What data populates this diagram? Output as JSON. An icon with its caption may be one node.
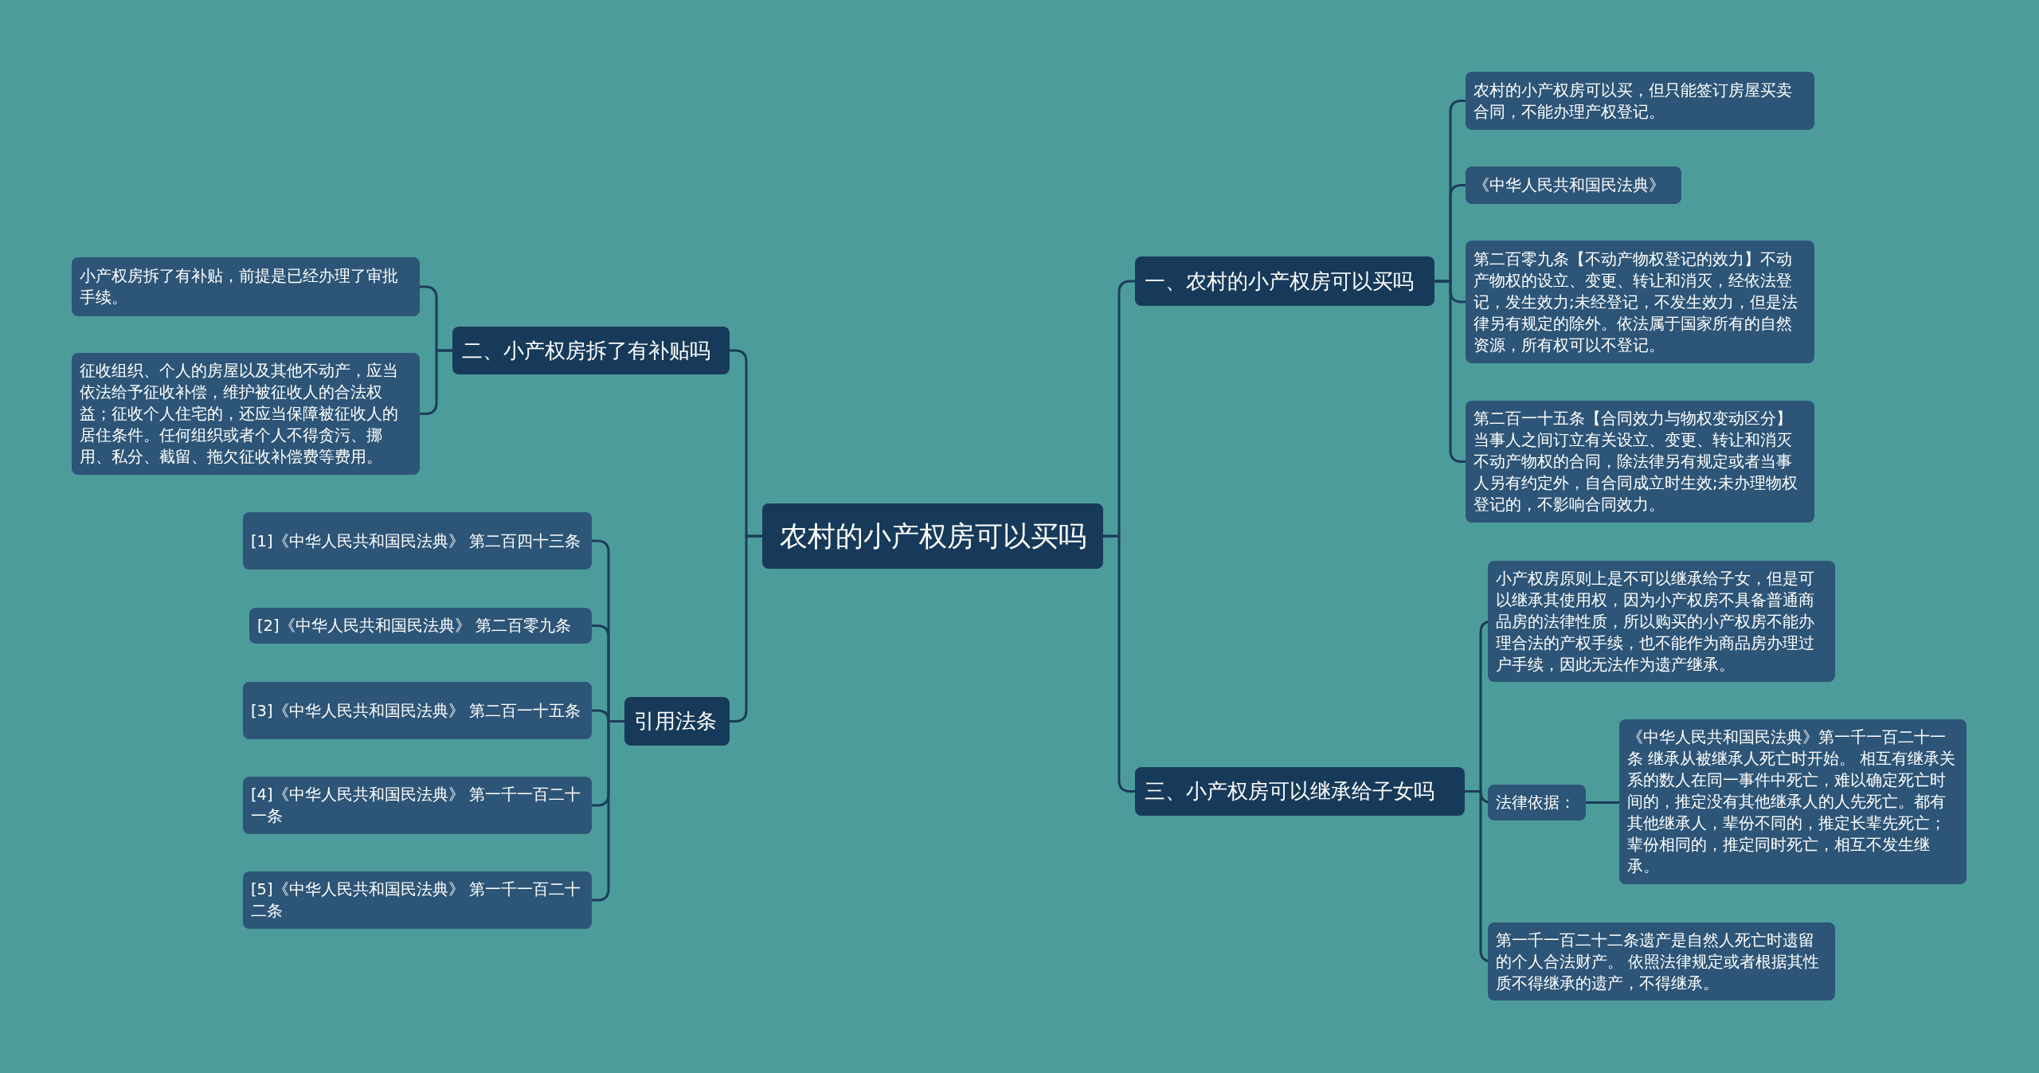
{
  "diagram": {
    "nodes": [
      {
        "text": [
          "农村的小产权房可以买吗"
        ]
      },
      {
        "text": [
          "一、农村的小产权房可以买吗"
        ]
      },
      {
        "text": [
          "农村的小产权房可以买，但只能签订房屋买卖合同，不能办理产权登记。"
        ]
      },
      {
        "text": [
          "《中华人民共和国民法典》"
        ]
      },
      {
        "text": [
          "第二百零九条【不动产物权登记的效力】不动产物权的设立、变更、转让和消灭，经依法登记，发生效力;未经登记，不发生效力，但是法律另有规定的除外。依法属于国家所有的自然资源，所有权可以不登记。"
        ]
      },
      {
        "text": [
          "第二百一十五条【合同效力与物权变动区分】当事人之间订立有关设立、变更、转让和消灭不动产物权的合同，除法律另有规定或者当事人另有约定外，自合同成立时生效;未办理物权登记的，不影响合同效力。"
        ]
      },
      {
        "text": [
          "二、小产权房拆了有补贴吗"
        ]
      },
      {
        "text": [
          "小产权房拆了有补贴，前提是已经办理了审批手续。"
        ]
      },
      {
        "text": [
          "征收组织、个人的房屋以及其他不动产，应当依法给予征收补偿，维护被征收人的合法权益；征收个人住宅的，还应当保障被征收人的居住条件。任何组织或者个人不得贪污、挪用、私分、截留、拖欠征收补偿费等费用。"
        ]
      },
      {
        "text": [
          "引用法条"
        ]
      },
      {
        "text": [
          "[1]《中华人民共和国民法典》 第二百四十三条"
        ]
      },
      {
        "text": [
          "[2]《中华人民共和国民法典》 第二百零九条"
        ]
      },
      {
        "text": [
          "[3]《中华人民共和国民法典》 第二百一十五条"
        ]
      },
      {
        "text": [
          "[4]《中华人民共和国民法典》 第一千一百二十一条"
        ]
      },
      {
        "text": [
          "[5]《中华人民共和国民法典》 第一千一百二十二条"
        ]
      },
      {
        "text": [
          "三、小产权房可以继承给子女吗"
        ]
      },
      {
        "text": [
          "小产权房原则上是不可以继承给子女，但是可以继承其使用权，因为小产权房不具备普通商品房的法律性质，所以购买的小产权房不能办理合法的产权手续，也不能作为商品房办理过户手续，因此无法作为遗产继承。"
        ]
      },
      {
        "text": [
          "法律依据："
        ]
      },
      {
        "text": [
          "《中华人民共和国民法典》第一千一百二十一条 继承从被继承人死亡时开始。 相互有继承关系的数人在同一事件中死亡，难以确定死亡时间的，推定没有其他继承人的人先死亡。都有其他继承人，辈份不同的，推定长辈先死亡；辈份相同的，推定同时死亡，相互不发生继承。"
        ]
      },
      {
        "text": [
          "第一千一百二十二条遗产是自然人死亡时遗留的个人合法财产。 依照法律规定或者根据其性质不得继承的遗产，不得继承。"
        ]
      }
    ],
    "edges": [
      {
        "from": 0,
        "to": 1,
        "arrow": "none"
      },
      {
        "from": 1,
        "to": 2,
        "arrow": "none"
      },
      {
        "from": 1,
        "to": 3,
        "arrow": "none"
      },
      {
        "from": 1,
        "to": 4,
        "arrow": "none"
      },
      {
        "from": 1,
        "to": 5,
        "arrow": "none"
      },
      {
        "from": 0,
        "to": 6,
        "arrow": "none"
      },
      {
        "from": 6,
        "to": 7,
        "arrow": "none"
      },
      {
        "from": 6,
        "to": 8,
        "arrow": "none"
      },
      {
        "from": 0,
        "to": 9,
        "arrow": "none"
      },
      {
        "from": 9,
        "to": 10,
        "arrow": "none"
      },
      {
        "from": 9,
        "to": 11,
        "arrow": "none"
      },
      {
        "from": 9,
        "to": 12,
        "arrow": "none"
      },
      {
        "from": 9,
        "to": 13,
        "arrow": "none"
      },
      {
        "from": 9,
        "to": 14,
        "arrow": "none"
      },
      {
        "from": 0,
        "to": 15,
        "arrow": "none"
      },
      {
        "from": 15,
        "to": 16,
        "arrow": "none"
      },
      {
        "from": 15,
        "to": 17,
        "arrow": "none"
      },
      {
        "from": 17,
        "to": 18,
        "arrow": "none"
      },
      {
        "from": 15,
        "to": 19,
        "arrow": "none"
      }
    ]
  }
}
